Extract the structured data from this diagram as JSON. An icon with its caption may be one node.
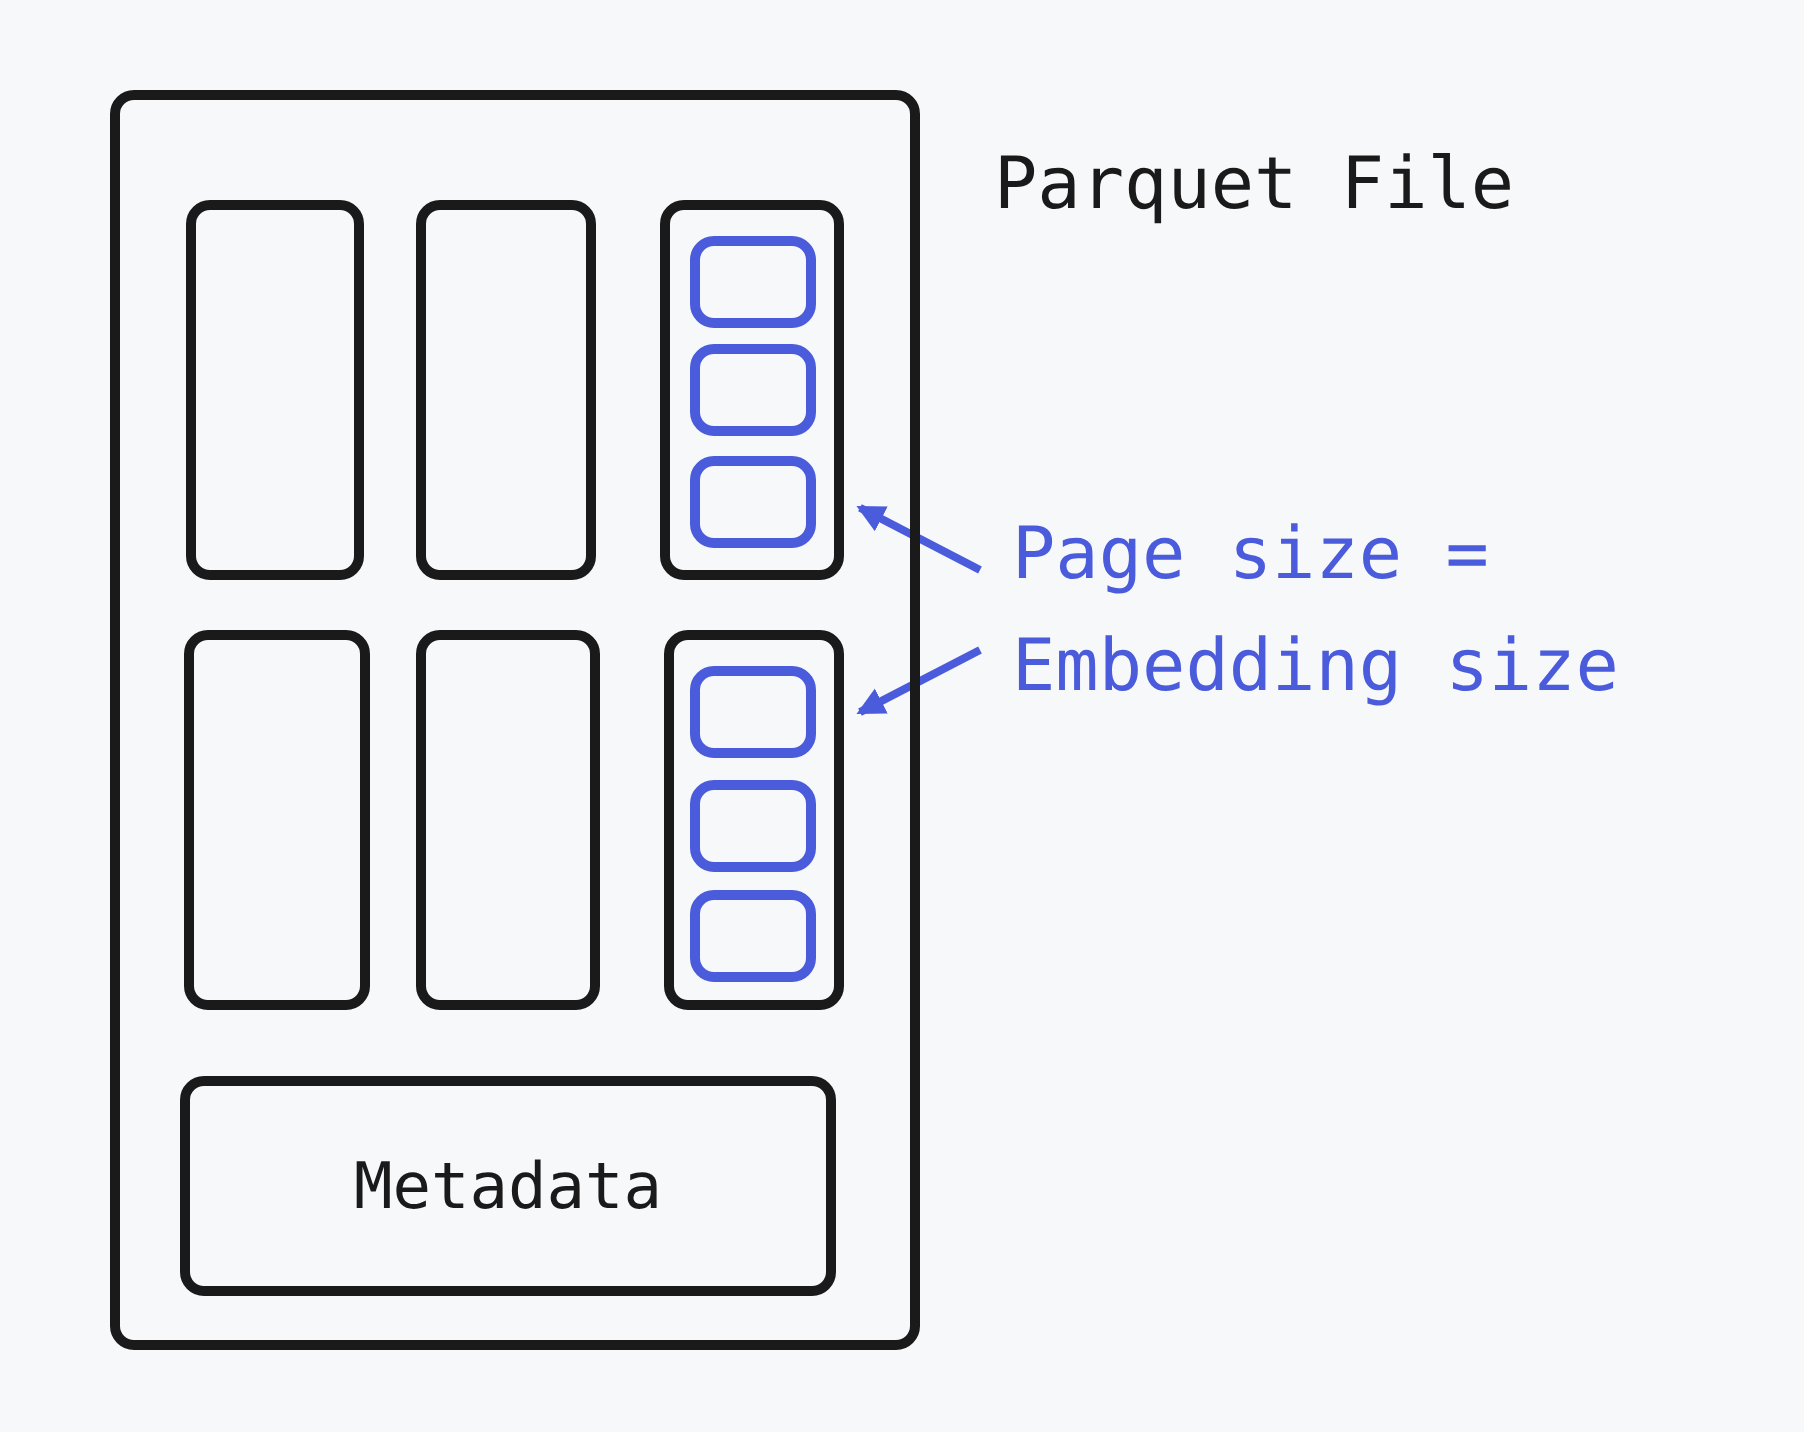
{
  "diagram": {
    "nodes": [
      {
        "text": [
          "Parquet File"
        ]
      },
      {
        "text": [],
        "shape": "box",
        "in": 0
      },
      {
        "text": [],
        "shape": "box",
        "in": 0
      },
      {
        "text": [],
        "shape": "box",
        "in": 0
      },
      {
        "text": [],
        "shape": "box",
        "in": 3
      },
      {
        "text": [],
        "shape": "box",
        "in": 3
      },
      {
        "text": [],
        "shape": "box",
        "in": 3
      },
      {
        "text": [],
        "shape": "box",
        "in": 0
      },
      {
        "text": [],
        "shape": "box",
        "in": 0
      },
      {
        "text": [],
        "shape": "box",
        "in": 0
      },
      {
        "text": [],
        "shape": "box",
        "in": 9
      },
      {
        "text": [],
        "shape": "box",
        "in": 9
      },
      {
        "text": [],
        "shape": "box",
        "in": 9
      },
      {
        "text": [
          "Metadata"
        ],
        "in": 0
      },
      {
        "text": [
          "Page size = Embedding size"
        ]
      }
    ],
    "edges": [
      {
        "from": 14,
        "to": 3,
        "arrow": "to"
      },
      {
        "from": 14,
        "to": 9,
        "arrow": "to"
      }
    ]
  }
}
